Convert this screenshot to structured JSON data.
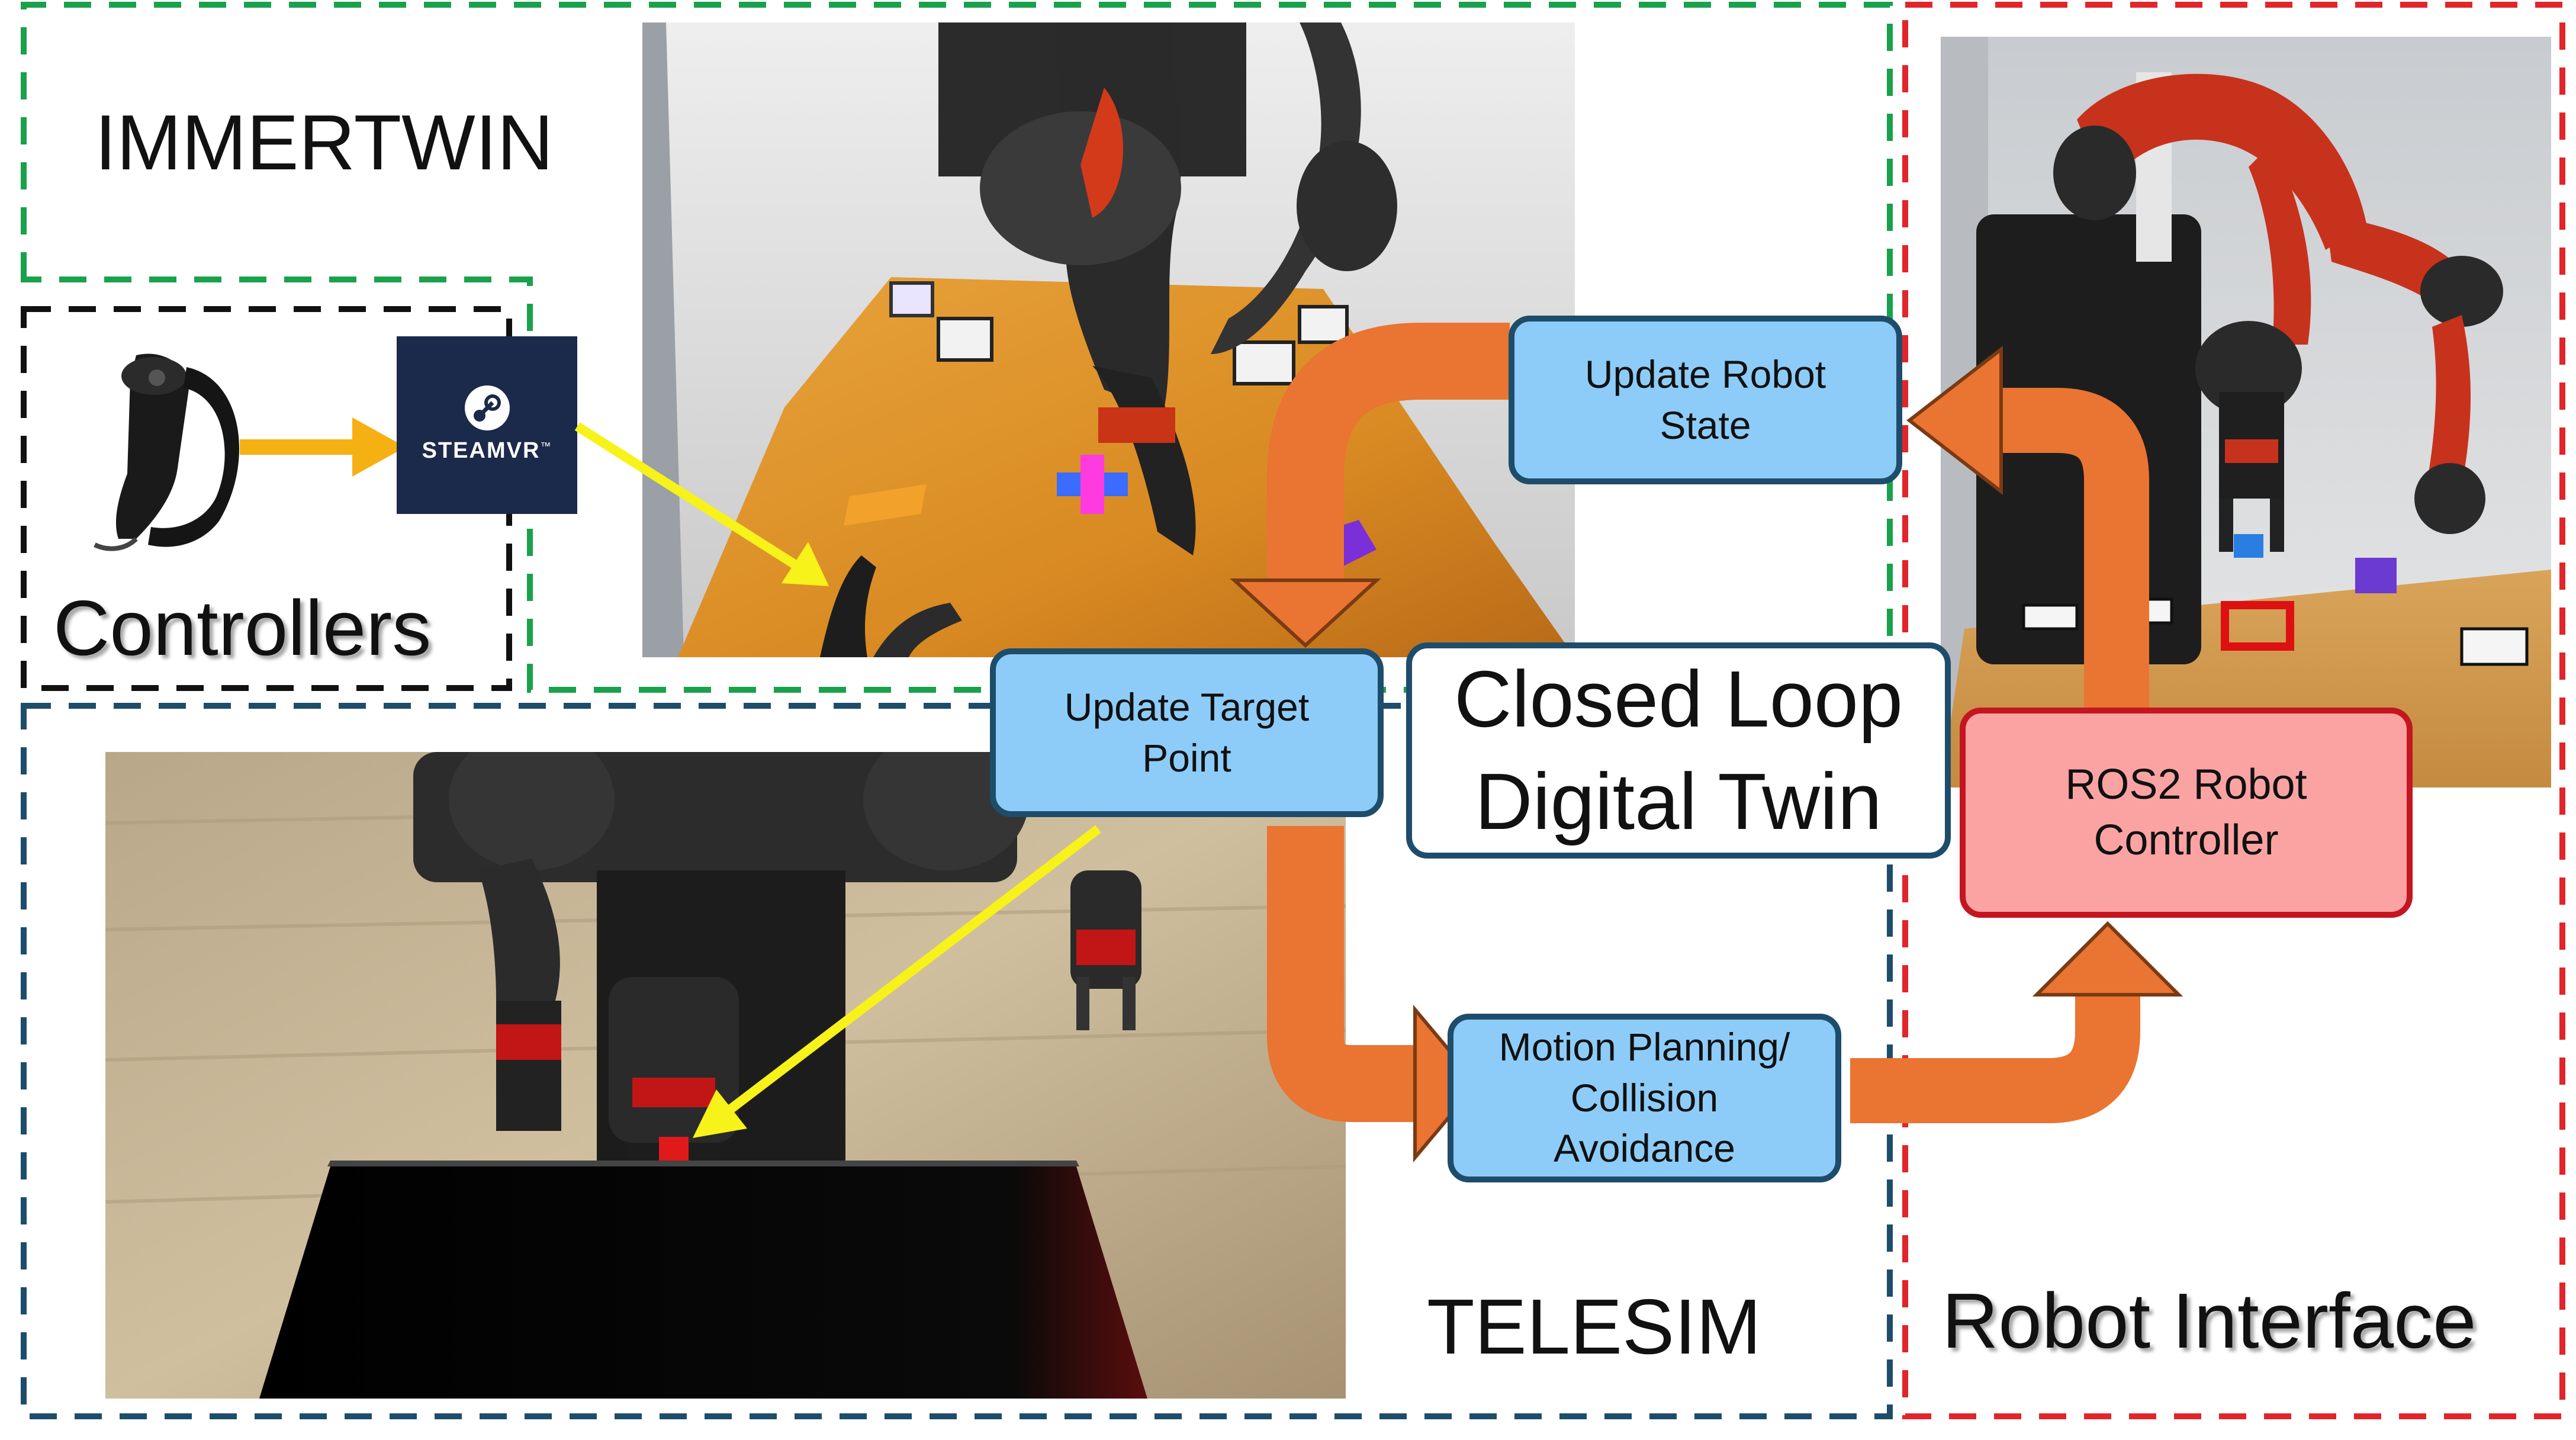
{
  "regions": {
    "immertwin": "IMMERTWIN",
    "controllers": "Controllers",
    "telesim": "TELESIM",
    "robot_interface": "Robot Interface"
  },
  "steamvr": {
    "brand": "STEAMVR",
    "tm": "™"
  },
  "nodes": {
    "update_robot_state": "Update Robot State",
    "update_target_point": "Update Target Point",
    "motion_planning": "Motion Planning/ Collision Avoidance",
    "ros2_controller": "ROS2 Robot Controller",
    "closed_loop": "Closed Loop Digital Twin"
  },
  "colors": {
    "green_dash": "#1aa14c",
    "black_dash": "#111111",
    "navy_dash": "#1e4d6b",
    "red_dash": "#e0262b",
    "orange_arrow": "#ea7431",
    "yellow_arrow": "#f7f21a",
    "node_blue_fill": "#8dccf8",
    "node_red_fill": "#fba3a3"
  }
}
